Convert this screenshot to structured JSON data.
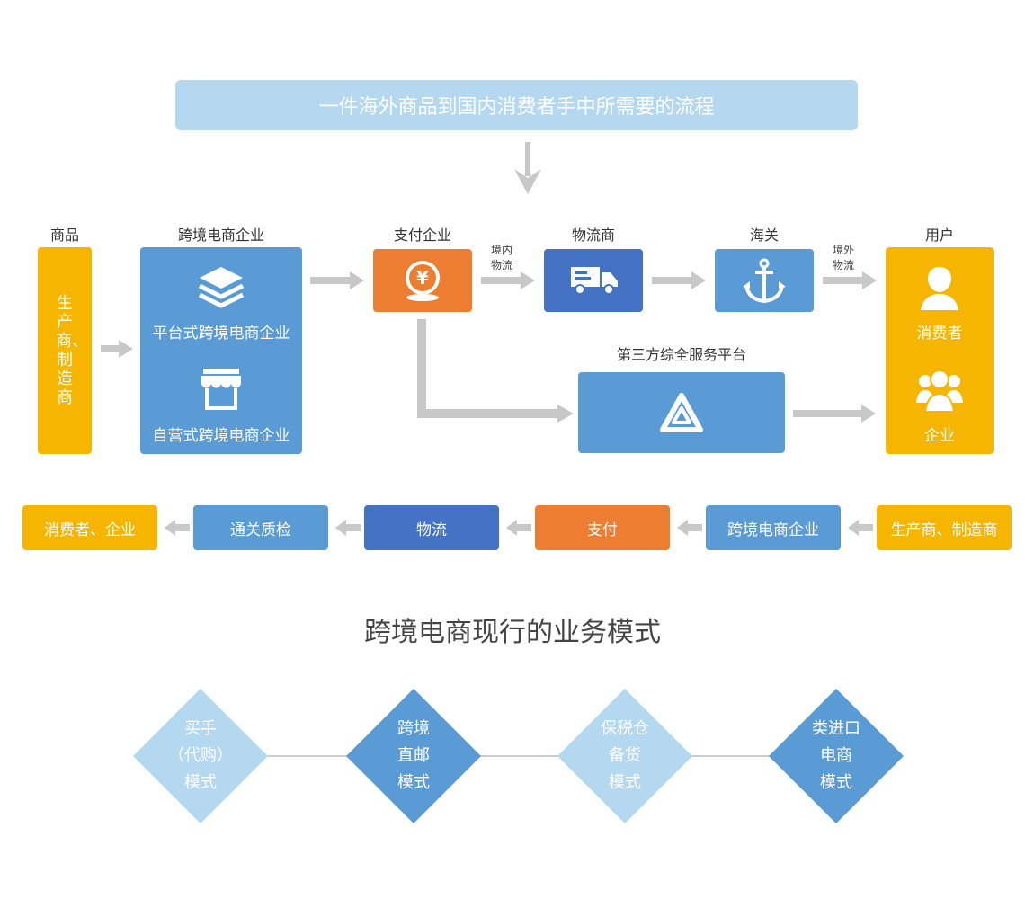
{
  "banner": {
    "text": "一件海外商品到国内消费者手中所需要的流程"
  },
  "columns": {
    "goods": "商品",
    "ecommerce": "跨境电商企业",
    "payment": "支付企业",
    "logistics": "物流商",
    "customs": "海关",
    "user": "用户"
  },
  "goods_box": {
    "text": "生产商、制造商"
  },
  "ecommerce_box": {
    "platform": "平台式跨境电商企业",
    "self": "自营式跨境电商企业"
  },
  "arrow_labels": {
    "domestic": [
      "境内",
      "物流"
    ],
    "overseas": [
      "境外",
      "物流"
    ]
  },
  "third_party": {
    "label": "第三方综全服务平台"
  },
  "user_box": {
    "consumer": "消费者",
    "enterprise": "企业"
  },
  "bottom_flow": [
    {
      "label": "消费者、企业",
      "color": "#f6b500"
    },
    {
      "label": "通关质检",
      "color": "#5b9bd5"
    },
    {
      "label": "物流",
      "color": "#4472c4"
    },
    {
      "label": "支付",
      "color": "#ed7d31"
    },
    {
      "label": "跨境电商企业",
      "color": "#5b9bd5"
    },
    {
      "label": "生产商、制造商",
      "color": "#f6b500"
    }
  ],
  "modes_title": "跨境电商现行的业务模式",
  "modes": [
    {
      "lines": [
        "买手",
        "（代购）",
        "模式"
      ],
      "color": "#b4d8ef"
    },
    {
      "lines": [
        "跨境",
        "直邮",
        "模式"
      ],
      "color": "#5b9bd5"
    },
    {
      "lines": [
        "保税仓",
        "备货",
        "模式"
      ],
      "color": "#b4d8ef"
    },
    {
      "lines": [
        "类进口",
        "电商",
        "模式"
      ],
      "color": "#5b9bd5"
    }
  ],
  "icons": {
    "layers": "layers-icon",
    "store": "store-icon",
    "yen": "yen-coin-icon",
    "truck": "truck-icon",
    "anchor": "anchor-icon",
    "platform": "triangle-logo-icon",
    "consumer": "person-icon",
    "enterprise": "group-icon"
  }
}
